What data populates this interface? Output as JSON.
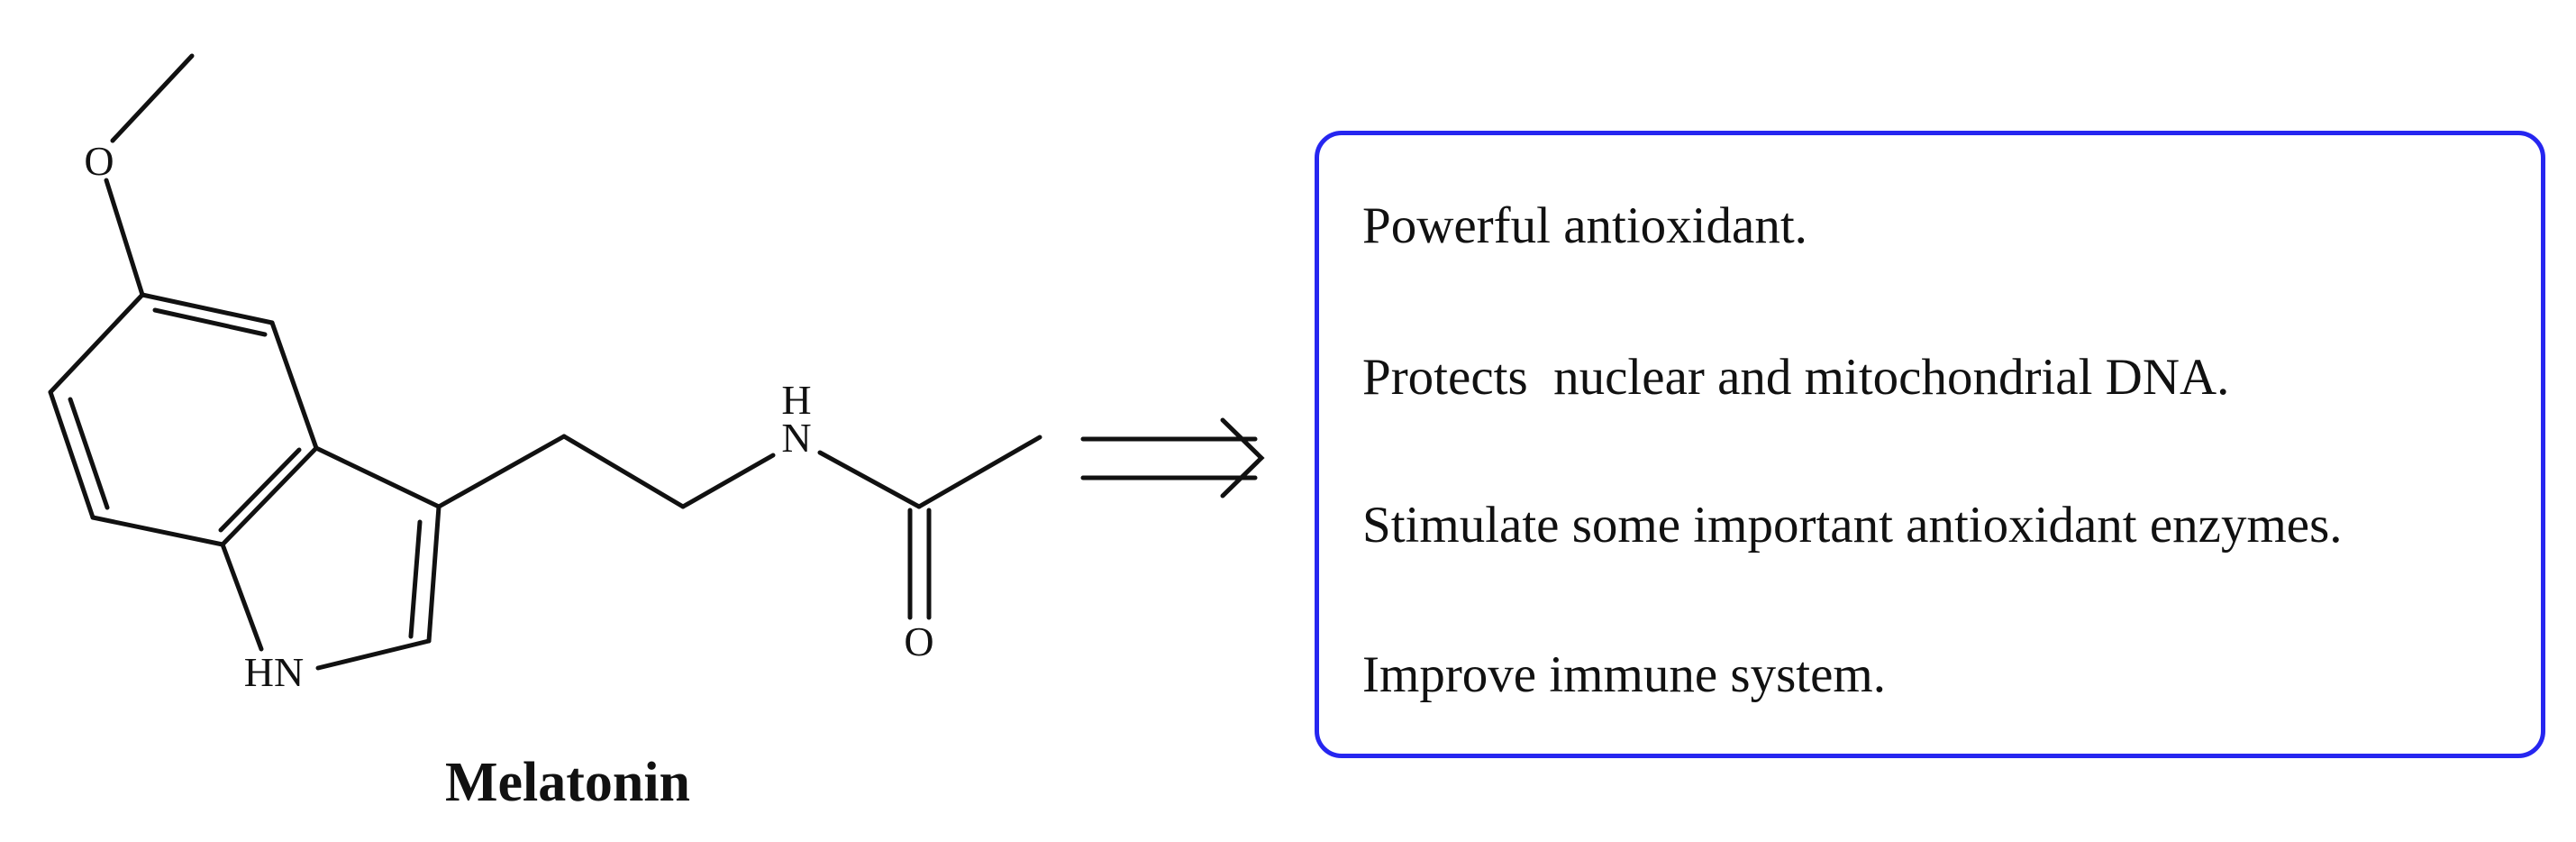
{
  "molecule": {
    "name": "Melatonin",
    "atom_labels": {
      "methoxy_oxygen": "O",
      "amide_nh_h": "H",
      "amide_nh_n": "N",
      "carbonyl_oxygen": "O",
      "indole_nh": "HN"
    }
  },
  "properties": {
    "items": [
      "Powerful antioxidant.",
      "Protects  nuclear and mitochondrial DNA.",
      "Stimulate some important antioxidant enzymes.",
      "Improve immune system."
    ]
  },
  "colors": {
    "box_border": "#2626f0",
    "line": "#111111",
    "text": "#111111",
    "background": "#ffffff"
  }
}
